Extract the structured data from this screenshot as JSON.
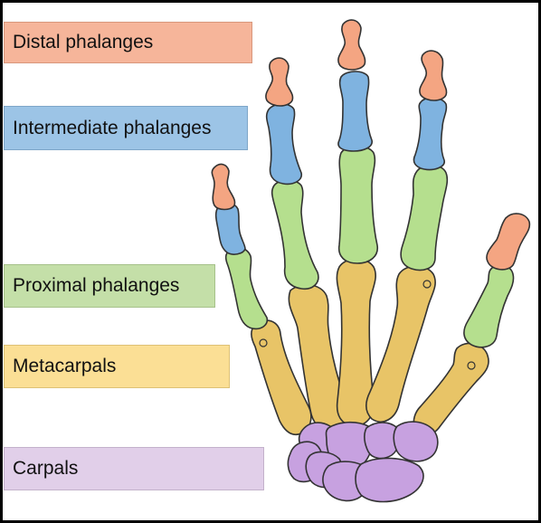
{
  "labels": {
    "distal": "Distal phalanges",
    "intermediate": "Intermediate phalanges",
    "proximal": "Proximal phalanges",
    "metacarpals": "Metacarpals",
    "carpals": "Carpals"
  },
  "colors": {
    "distal": "#f4a582",
    "intermediate": "#7fb3e0",
    "proximal": "#b5df8e",
    "metacarpals": "#e8c467",
    "carpals": "#c7a1e0",
    "outline": "#333333"
  }
}
